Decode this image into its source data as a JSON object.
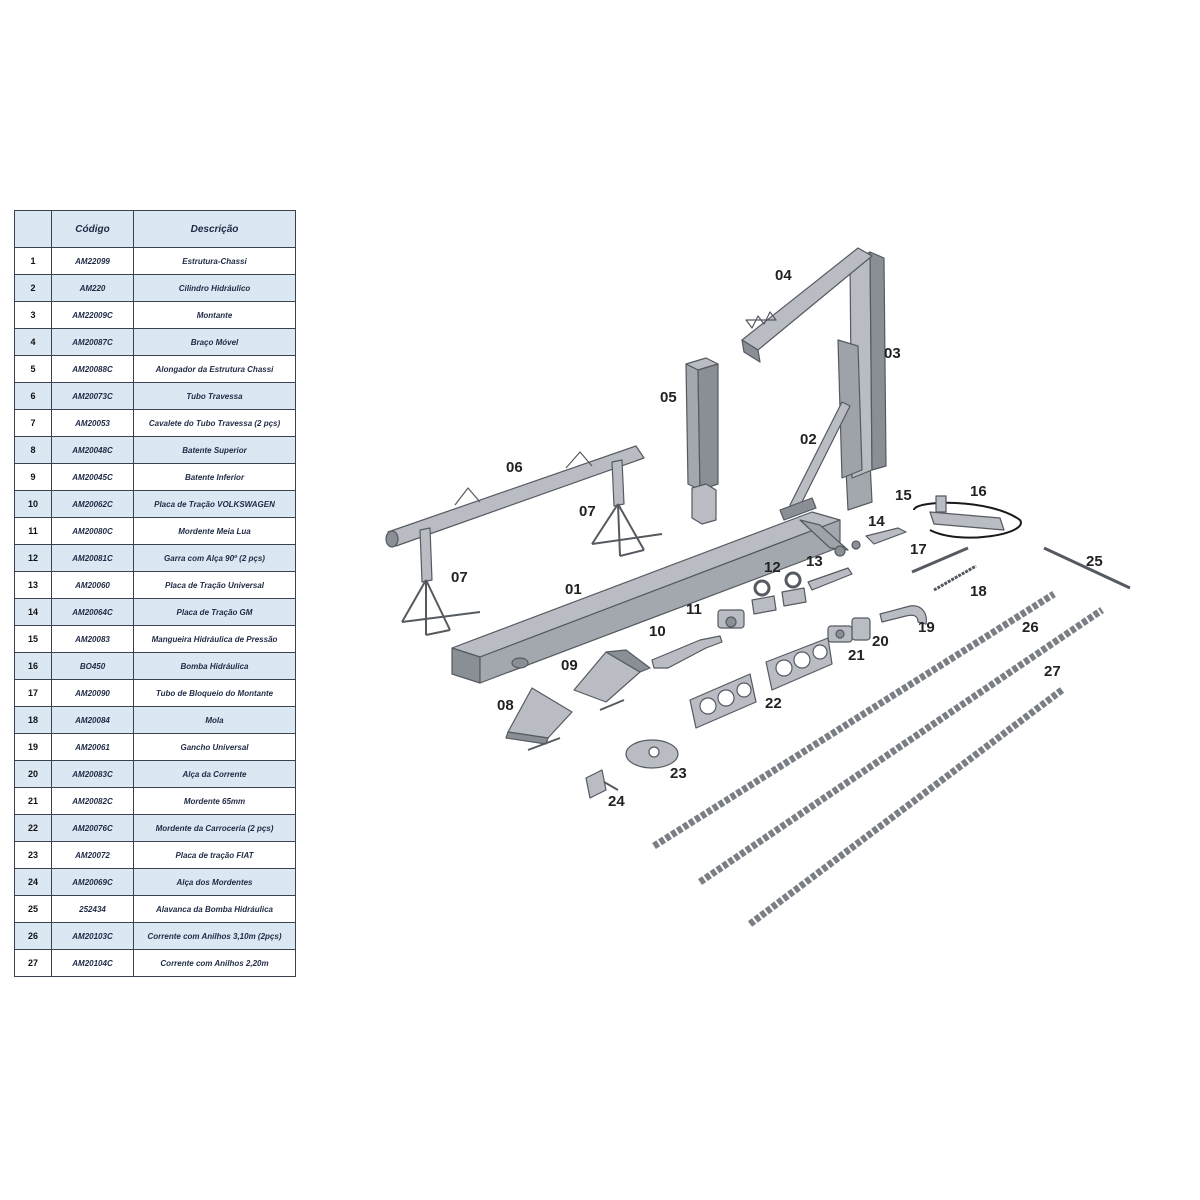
{
  "table": {
    "headers": {
      "num": "",
      "code": "Código",
      "desc": "Descrição"
    },
    "rows": [
      {
        "num": "1",
        "code": "AM22099",
        "desc": "Estrutura-Chassi"
      },
      {
        "num": "2",
        "code": "AM220",
        "desc": "Cilindro Hidráulico"
      },
      {
        "num": "3",
        "code": "AM22009C",
        "desc": "Montante"
      },
      {
        "num": "4",
        "code": "AM20087C",
        "desc": "Braço Móvel"
      },
      {
        "num": "5",
        "code": "AM20088C",
        "desc": "Alongador da Estrutura Chassi"
      },
      {
        "num": "6",
        "code": "AM20073C",
        "desc": "Tubo Travessa"
      },
      {
        "num": "7",
        "code": "AM20053",
        "desc": "Cavalete do Tubo Travessa (2 pçs)"
      },
      {
        "num": "8",
        "code": "AM20048C",
        "desc": "Batente Superior"
      },
      {
        "num": "9",
        "code": "AM20045C",
        "desc": "Batente Inferior"
      },
      {
        "num": "10",
        "code": "AM20062C",
        "desc": "Placa de Tração VOLKSWAGEN"
      },
      {
        "num": "11",
        "code": "AM20080C",
        "desc": "Mordente Meia Lua"
      },
      {
        "num": "12",
        "code": "AM20081C",
        "desc": "Garra com Alça 90º (2 pçs)"
      },
      {
        "num": "13",
        "code": "AM20060",
        "desc": "Placa de Tração Universal"
      },
      {
        "num": "14",
        "code": "AM20064C",
        "desc": "Placa de Tração GM"
      },
      {
        "num": "15",
        "code": "AM20083",
        "desc": "Mangueira Hidráulica de Pressão"
      },
      {
        "num": "16",
        "code": "BO450",
        "desc": "Bomba Hidráulica"
      },
      {
        "num": "17",
        "code": "AM20090",
        "desc": "Tubo de Bloqueio do Montante"
      },
      {
        "num": "18",
        "code": "AM20084",
        "desc": "Mola"
      },
      {
        "num": "19",
        "code": "AM20061",
        "desc": "Gancho Universal"
      },
      {
        "num": "20",
        "code": "AM20083C",
        "desc": "Alça da Corrente"
      },
      {
        "num": "21",
        "code": "AM20082C",
        "desc": "Mordente 65mm"
      },
      {
        "num": "22",
        "code": "AM20076C",
        "desc": "Mordente da Carroceria (2 pçs)"
      },
      {
        "num": "23",
        "code": "AM20072",
        "desc": "Placa de tração FIAT"
      },
      {
        "num": "24",
        "code": "AM20069C",
        "desc": "Alça dos Mordentes"
      },
      {
        "num": "25",
        "code": "252434",
        "desc": "Alavanca da Bomba Hidráulica"
      },
      {
        "num": "26",
        "code": "AM20103C",
        "desc": "Corrente com Anilhos 3,10m (2pçs)"
      },
      {
        "num": "27",
        "code": "AM20104C",
        "desc": "Corrente com Anilhos 2,20m"
      }
    ]
  },
  "diagram": {
    "labels": {
      "p01": "01",
      "p02": "02",
      "p03": "03",
      "p04": "04",
      "p05": "05",
      "p06": "06",
      "p07a": "07",
      "p07b": "07",
      "p08": "08",
      "p09": "09",
      "p10": "10",
      "p11": "11",
      "p12": "12",
      "p13": "13",
      "p14": "14",
      "p15": "15",
      "p16": "16",
      "p17": "17",
      "p18": "18",
      "p19": "19",
      "p20": "20",
      "p21": "21",
      "p22": "22",
      "p23": "23",
      "p24": "24",
      "p25": "25",
      "p26": "26",
      "p27": "27"
    },
    "colors": {
      "metal": "#b9bdc3",
      "metal_dark": "#8a8f96",
      "stroke": "#555a61"
    }
  }
}
